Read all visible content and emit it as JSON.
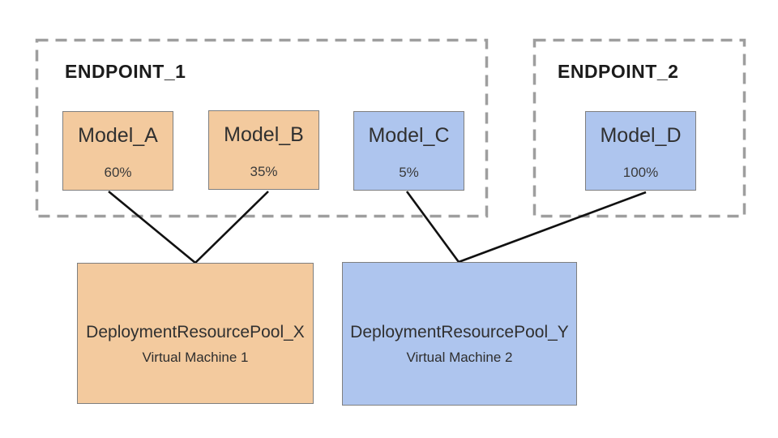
{
  "diagram": {
    "endpoints": [
      {
        "label": "ENDPOINT_1",
        "models": [
          {
            "name": "Model_A",
            "traffic_split": "60%"
          },
          {
            "name": "Model_B",
            "traffic_split": "35%"
          },
          {
            "name": "Model_C",
            "traffic_split": "5%"
          }
        ]
      },
      {
        "label": "ENDPOINT_2",
        "models": [
          {
            "name": "Model_D",
            "traffic_split": "100%"
          }
        ]
      }
    ],
    "pools": [
      {
        "name": "DeploymentResourcePool_X",
        "subtitle": "Virtual Machine 1"
      },
      {
        "name": "DeploymentResourcePool_Y",
        "subtitle": "Virtual Machine 2"
      }
    ],
    "connections": [
      {
        "from": "Model_A",
        "to": "DeploymentResourcePool_X"
      },
      {
        "from": "Model_B",
        "to": "DeploymentResourcePool_X"
      },
      {
        "from": "Model_C",
        "to": "DeploymentResourcePool_Y"
      },
      {
        "from": "Model_D",
        "to": "DeploymentResourcePool_Y"
      }
    ],
    "colors": {
      "orange_fill": "#F3CA9E",
      "blue_fill": "#AEC5EE",
      "box_border": "#7f7f7f",
      "endpoint_dashed_border": "#9E9E9E",
      "connector_line": "#111111"
    }
  }
}
